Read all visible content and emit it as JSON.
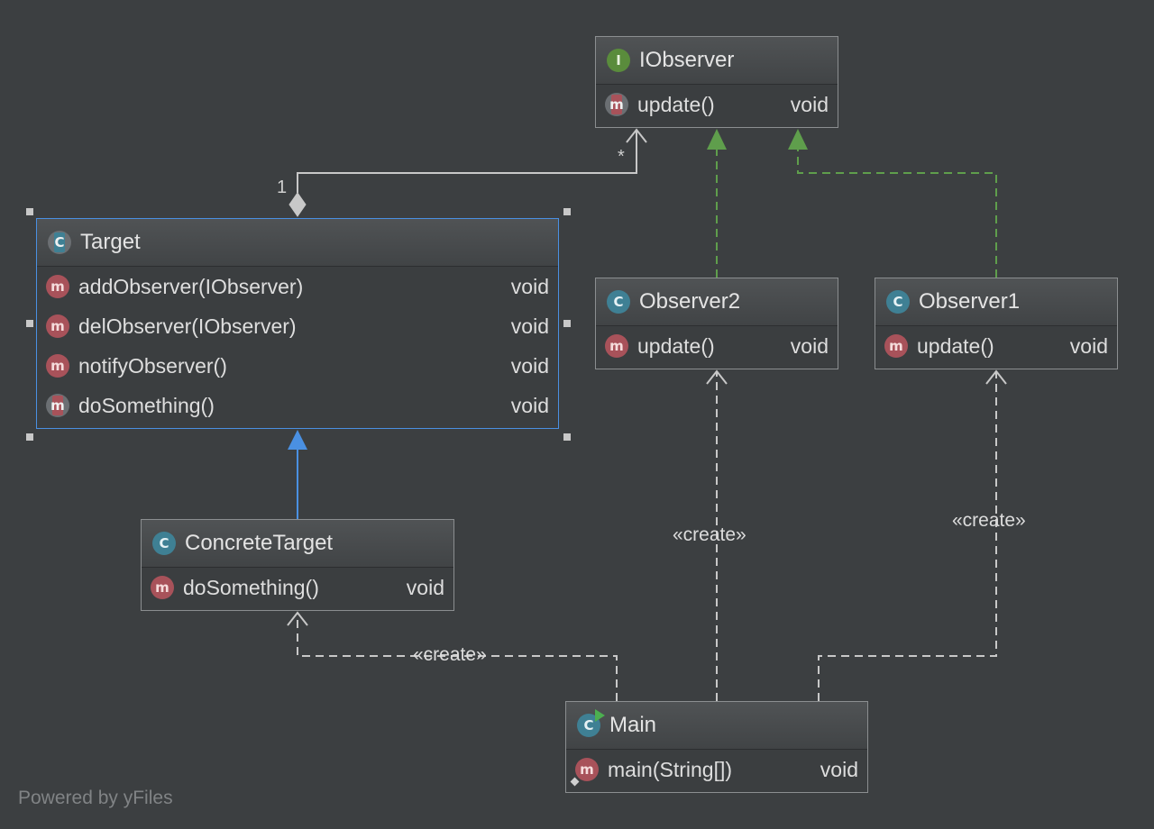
{
  "diagram": {
    "nodes": {
      "iobserver": {
        "name": "IObserver",
        "kind_icon": "interface-icon",
        "icon_letter": "I",
        "methods": [
          {
            "name": "update()",
            "type": "void",
            "icon": "abstract-method-icon"
          }
        ]
      },
      "target": {
        "name": "Target",
        "kind_icon": "abstract-class-icon",
        "icon_letter": "C",
        "methods": [
          {
            "name": "addObserver(IObserver)",
            "type": "void",
            "icon": "method-icon"
          },
          {
            "name": "delObserver(IObserver)",
            "type": "void",
            "icon": "method-icon"
          },
          {
            "name": "notifyObserver()",
            "type": "void",
            "icon": "method-icon"
          },
          {
            "name": "doSomething()",
            "type": "void",
            "icon": "abstract-method-icon"
          }
        ]
      },
      "observer2": {
        "name": "Observer2",
        "kind_icon": "class-icon",
        "icon_letter": "C",
        "methods": [
          {
            "name": "update()",
            "type": "void",
            "icon": "method-icon"
          }
        ]
      },
      "observer1": {
        "name": "Observer1",
        "kind_icon": "class-icon",
        "icon_letter": "C",
        "methods": [
          {
            "name": "update()",
            "type": "void",
            "icon": "method-icon"
          }
        ]
      },
      "concrete_target": {
        "name": "ConcreteTarget",
        "kind_icon": "class-icon",
        "icon_letter": "C",
        "methods": [
          {
            "name": "doSomething()",
            "type": "void",
            "icon": "method-icon"
          }
        ]
      },
      "main": {
        "name": "Main",
        "kind_icon": "runnable-class-icon",
        "icon_letter": "C",
        "methods": [
          {
            "name": "main(String[])",
            "type": "void",
            "icon": "static-method-icon"
          }
        ]
      }
    },
    "method_letter": "m",
    "edges": {
      "aggregation": {
        "from": "Target",
        "to": "IObserver",
        "source_multiplicity": "1",
        "target_multiplicity": "*"
      },
      "realization_observer2": {
        "from": "Observer2",
        "to": "IObserver",
        "color": "#5f9e4c"
      },
      "realization_observer1": {
        "from": "Observer1",
        "to": "IObserver",
        "color": "#5f9e4c"
      },
      "generalization": {
        "from": "ConcreteTarget",
        "to": "Target",
        "color": "#4a90e2"
      },
      "create_concrete": {
        "from": "Main",
        "to": "ConcreteTarget",
        "label": "«create»"
      },
      "create_observer2": {
        "from": "Main",
        "to": "Observer2",
        "label": "«create»"
      },
      "create_observer1": {
        "from": "Main",
        "to": "Observer1",
        "label": "«create»"
      }
    },
    "colors": {
      "background": "#3c3f41",
      "selection": "#4a90e2",
      "realization": "#5f9e4c",
      "dependency": "#c8c8c8"
    }
  },
  "footer": {
    "text": "Powered by yFiles"
  }
}
